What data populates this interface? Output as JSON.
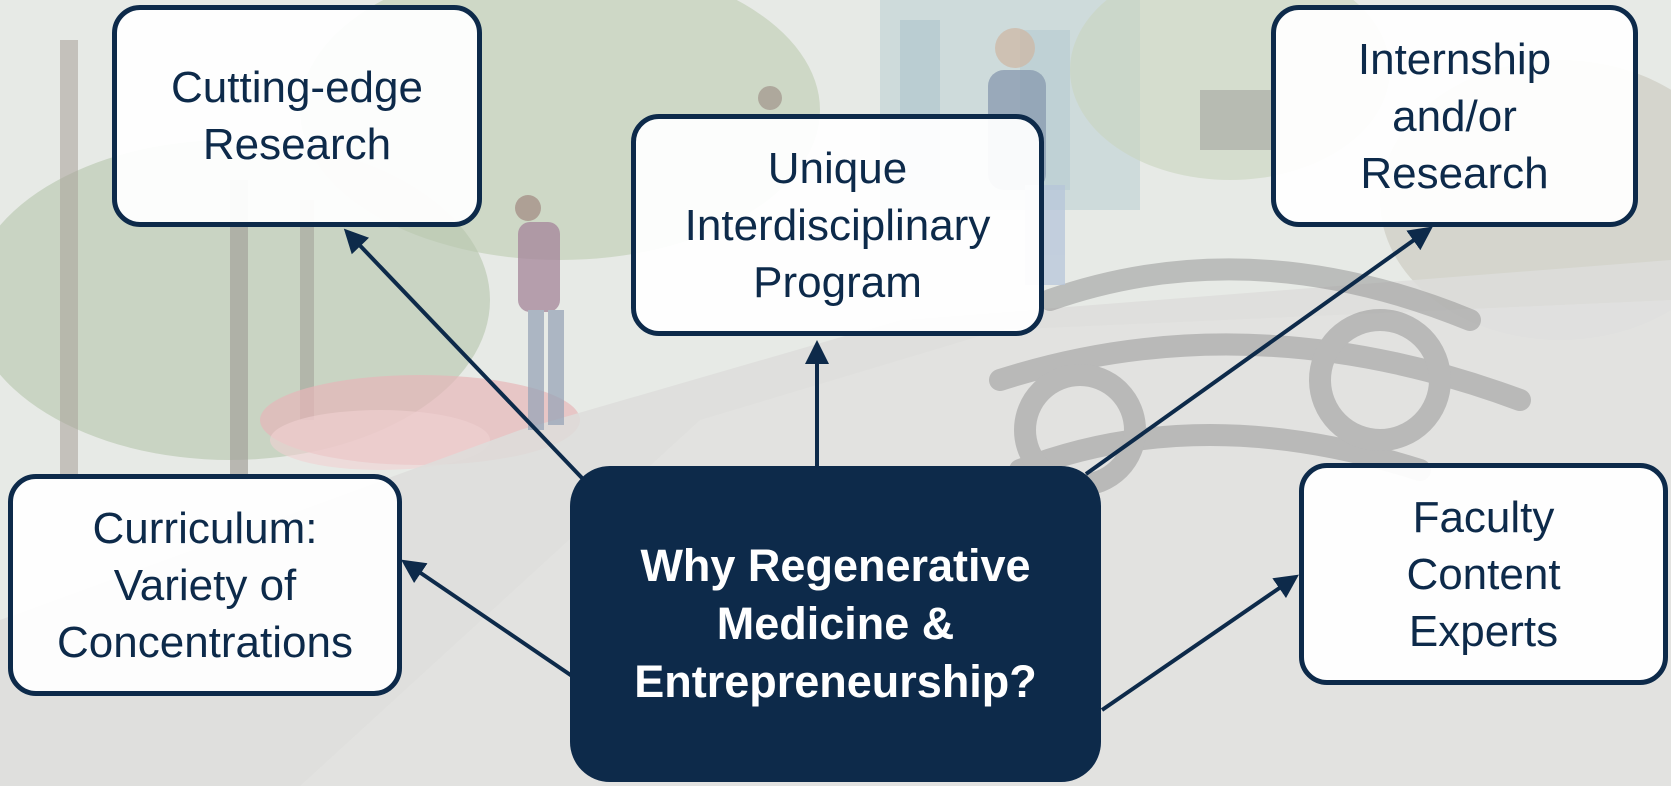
{
  "colors": {
    "navy": "#0d2a4a",
    "box_fill": "#ffffff",
    "center_text": "#ffffff"
  },
  "diagram": {
    "center": "Why Regenerative\nMedicine &\nEntrepreneurship?",
    "nodes": {
      "cutting_edge_research": "Cutting-edge\nResearch",
      "interdisciplinary_program": "Unique\nInterdisciplinary\nProgram",
      "internship_research": "Internship\nand/or\nResearch",
      "curriculum": "Curriculum:\nVariety of\nConcentrations",
      "faculty_experts": "Faculty\nContent\nExperts"
    }
  }
}
